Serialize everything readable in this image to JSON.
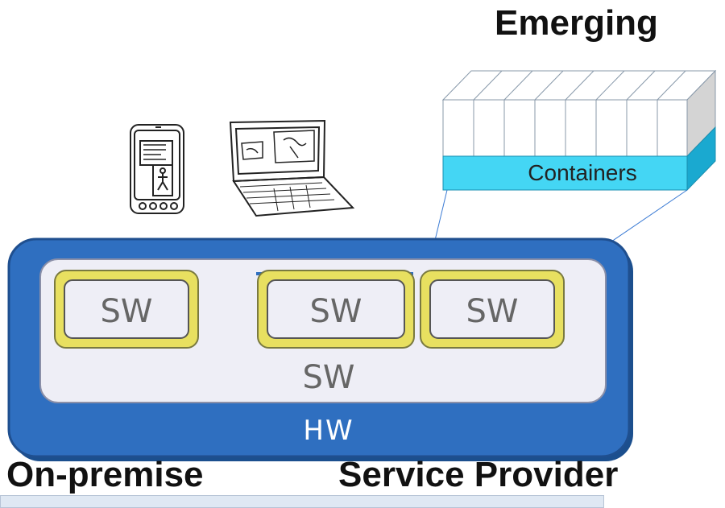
{
  "titles": {
    "emerging": "Emerging",
    "on_premise": "On-premise",
    "service_provider": "Service Provider"
  },
  "containers": {
    "label": "Containers",
    "slot_count": 8
  },
  "stack": {
    "hw_label": "HW",
    "sw_label": "SW",
    "vm_labels": [
      "SW",
      "SW",
      "SW"
    ]
  },
  "colors": {
    "hw_blue": "#2f6fc0",
    "hw_border": "#1f4f8f",
    "sw_fill": "#eeeef6",
    "vm_yellow": "#e8e060",
    "container_cyan": "#44d6f4",
    "container_white": "#ffffff",
    "connector": "#3b7bd4"
  },
  "icons": {
    "device_1": "mobile-phone-sketch-icon",
    "device_2": "laptop-sketch-icon"
  }
}
